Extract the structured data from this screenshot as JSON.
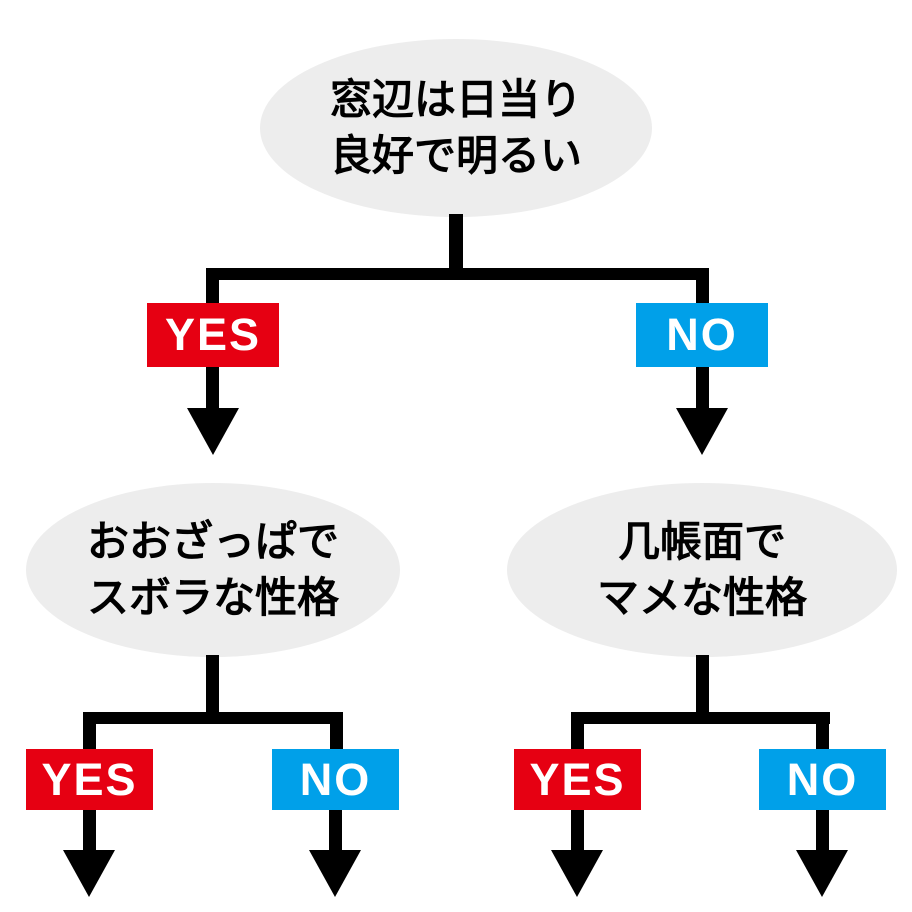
{
  "flowchart": {
    "nodes": {
      "root": {
        "line1": "窓辺は日当り",
        "line2": "良好で明るい"
      },
      "left": {
        "line1": "おおざっぱで",
        "line2": "スボラな性格"
      },
      "right": {
        "line1": "几帳面で",
        "line2": "マメな性格"
      }
    },
    "labels": {
      "yes": "YES",
      "no": "NO"
    },
    "colors": {
      "yes_badge_bg": "#e60012",
      "no_badge_bg": "#00a0e9",
      "badge_text": "#ffffff",
      "node_fill": "#ededed",
      "node_text": "#000000",
      "connector": "#000000",
      "background": "#ffffff"
    }
  }
}
